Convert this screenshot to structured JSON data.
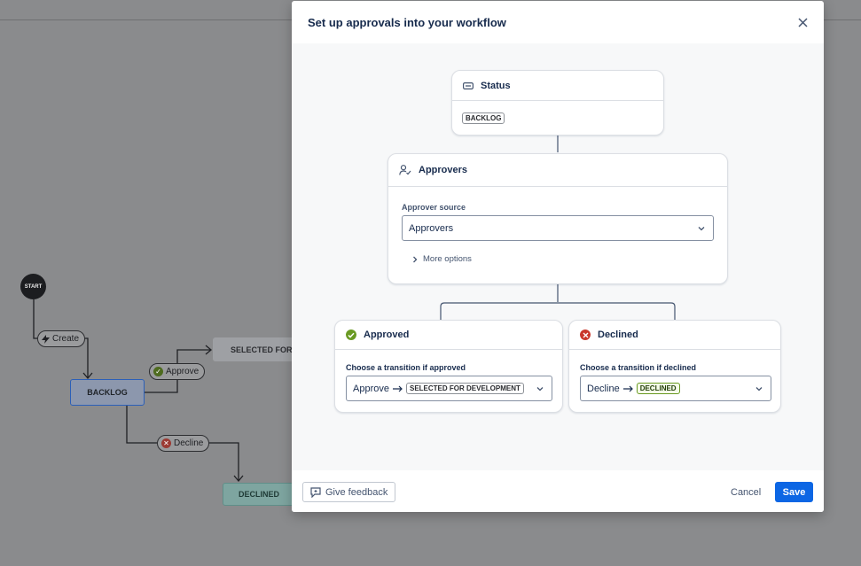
{
  "background": {
    "start_label": "START",
    "create_label": "Create",
    "backlog_label": "BACKLOG",
    "approve_label": "Approve",
    "selected_label": "SELECTED FOR DEVELOPMENT",
    "decline_label": "Decline",
    "declined_label": "DECLINED"
  },
  "modal": {
    "title": "Set up approvals into your workflow",
    "status_card": {
      "title": "Status",
      "status_value": "BACKLOG"
    },
    "approvers_card": {
      "title": "Approvers",
      "source_label": "Approver source",
      "source_value": "Approvers",
      "more_options": "More options"
    },
    "approved_card": {
      "title": "Approved",
      "label": "Choose a transition if approved",
      "transition_name": "Approve",
      "target_status": "SELECTED FOR DEVELOPMENT"
    },
    "declined_card": {
      "title": "Declined",
      "label": "Choose a transition if declined",
      "transition_name": "Decline",
      "target_status": "DECLINED"
    },
    "footer": {
      "feedback": "Give feedback",
      "cancel": "Cancel",
      "save": "Save"
    }
  },
  "colors": {
    "primary": "#0c66e4",
    "success": "#6a9a23",
    "danger": "#c9372c"
  }
}
